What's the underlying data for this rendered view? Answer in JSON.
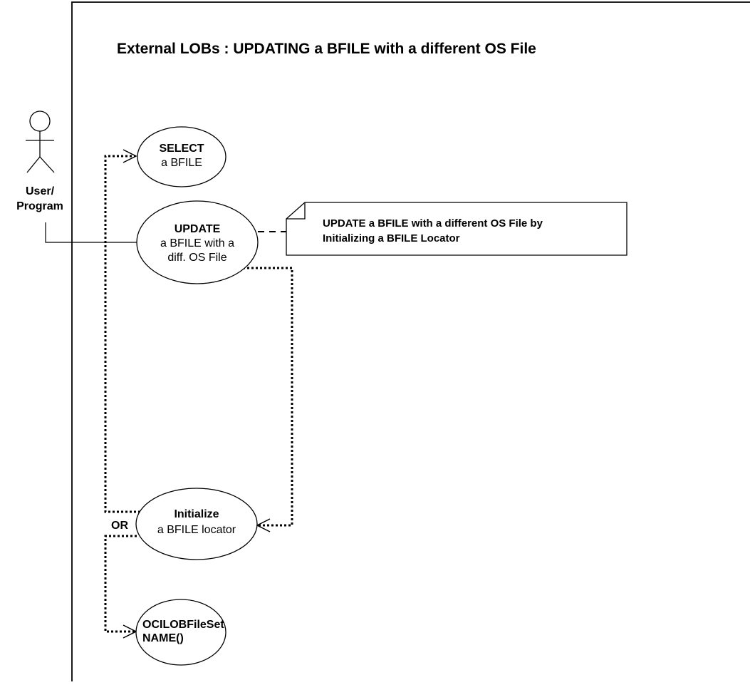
{
  "title": "External LOBs : UPDATING a BFILE with a different OS File",
  "actor": {
    "line1": "User/",
    "line2": "Program"
  },
  "use_cases": {
    "select": {
      "line1": "SELECT",
      "line2": "a BFILE"
    },
    "update": {
      "line1": "UPDATE",
      "line2": "a BFILE with a",
      "line3": "diff. OS File"
    },
    "initialize": {
      "line1": "Initialize",
      "line2": "a BFILE locator"
    },
    "oci": {
      "line1": "OCILOBFileSet",
      "line2": "NAME()"
    }
  },
  "note": {
    "line1": "UPDATE a BFILE with a different OS File by",
    "line2": "Initializing a BFILE Locator"
  },
  "or_label": "OR"
}
